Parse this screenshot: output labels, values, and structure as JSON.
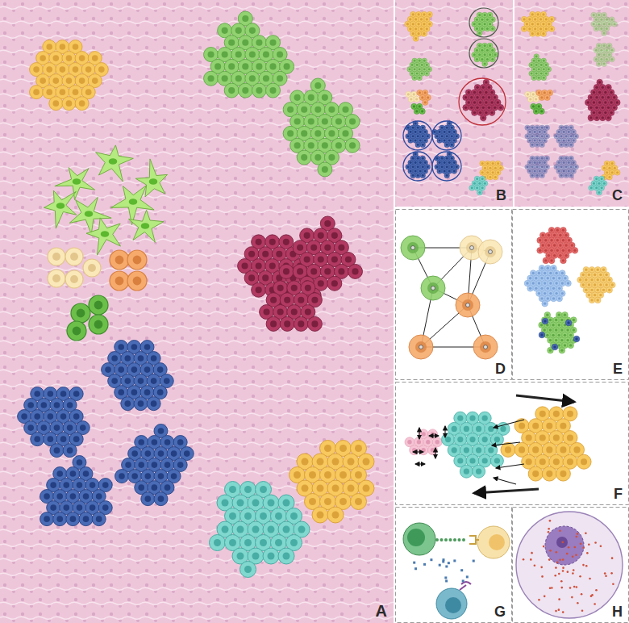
{
  "diagram": {
    "nodes": [
      {
        "text": [
          "A"
        ]
      },
      {
        "text": [
          "B"
        ]
      },
      {
        "text": [
          "C"
        ]
      },
      {
        "text": [
          "D"
        ]
      },
      {
        "text": [
          "E"
        ]
      },
      {
        "text": [
          "F"
        ]
      },
      {
        "text": [
          "G"
        ]
      },
      {
        "text": [
          "H"
        ]
      }
    ]
  }
}
